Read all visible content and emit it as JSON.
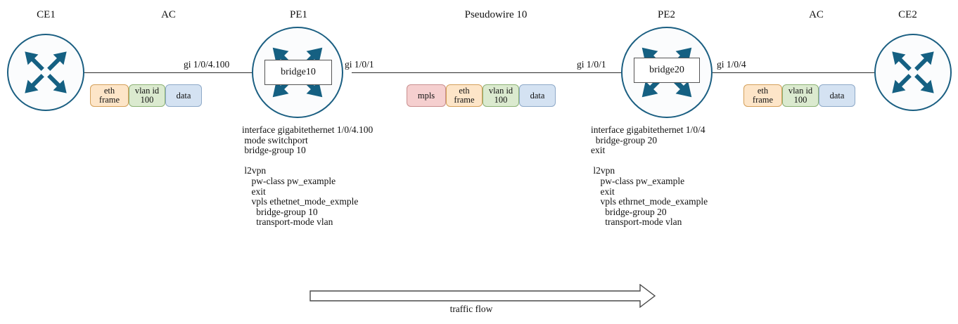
{
  "diagram": {
    "title": "VPLS Ethernet mode pseudowire topology",
    "colors": {
      "router_stroke": "#1b5f82",
      "router_fill": "#fbfcfd",
      "arrow_fill": "#156082",
      "seg_mpls": "#f5cfcf",
      "seg_eth": "#fde5c8",
      "seg_vlan": "#dbeacf",
      "seg_data": "#d4e2f2",
      "line": "#2a2a2a"
    }
  },
  "captions": {
    "ce1": "CE1",
    "ac_left": "AC",
    "pe1": "PE1",
    "pseudowire": "Pseudowire 10",
    "pe2": "PE2",
    "ac_right": "AC",
    "ce2": "CE2"
  },
  "nodes": {
    "ce1": {
      "label": "CE1",
      "icon": "router-icon"
    },
    "pe1": {
      "label": "PE1",
      "icon": "router-icon",
      "bridge": "bridge10"
    },
    "pe2": {
      "label": "PE2",
      "icon": "router-icon",
      "bridge": "bridge20"
    },
    "ce2": {
      "label": "CE2",
      "icon": "router-icon"
    }
  },
  "interfaces": {
    "ce1_pe1": "gi 1/0/4.100",
    "pe1_core": "gi 1/0/1",
    "pe2_core": "gi 1/0/1",
    "pe2_ce2": "gi 1/0/4"
  },
  "packets": {
    "left": {
      "name": "ac-left-frame",
      "segments": [
        {
          "id": "eth",
          "lines": [
            "eth",
            "frame"
          ],
          "style": "seg-eth",
          "width": 55
        },
        {
          "id": "vlan",
          "lines": [
            "vlan id",
            "100"
          ],
          "style": "seg-vlan",
          "width": 52
        },
        {
          "id": "data",
          "lines": [
            "data"
          ],
          "style": "seg-data",
          "width": 52
        }
      ]
    },
    "core": {
      "name": "pseudowire-frame",
      "segments": [
        {
          "id": "mpls",
          "lines": [
            "mpls"
          ],
          "style": "seg-mpls",
          "width": 56
        },
        {
          "id": "eth",
          "lines": [
            "eth",
            "frame"
          ],
          "style": "seg-eth",
          "width": 52
        },
        {
          "id": "vlan",
          "lines": [
            "vlan id",
            "100"
          ],
          "style": "seg-vlan",
          "width": 52
        },
        {
          "id": "data",
          "lines": [
            "data"
          ],
          "style": "seg-data",
          "width": 52
        }
      ]
    },
    "right": {
      "name": "ac-right-frame",
      "segments": [
        {
          "id": "eth",
          "lines": [
            "eth",
            "frame"
          ],
          "style": "seg-eth",
          "width": 55
        },
        {
          "id": "vlan",
          "lines": [
            "vlan id",
            "100"
          ],
          "style": "seg-vlan",
          "width": 52
        },
        {
          "id": "data",
          "lines": [
            "data"
          ],
          "style": "seg-data",
          "width": 52
        }
      ]
    }
  },
  "configs": {
    "pe1": "interface gigabitethernet 1/0/4.100\n mode switchport\n bridge-group 10\n\n l2vpn\n    pw-class pw_example\n    exit\n    vpls ethetnet_mode_exmple\n      bridge-group 10\n      transport-mode vlan",
    "pe2": "interface gigabitethernet 1/0/4\n  bridge-group 20\nexit\n\n l2vpn\n    pw-class pw_example\n    exit\n    vpls ethrnet_mode_example\n      bridge-group 20\n      transport-mode vlan"
  },
  "flow": {
    "label": "traffic flow",
    "direction": "left-to-right"
  }
}
